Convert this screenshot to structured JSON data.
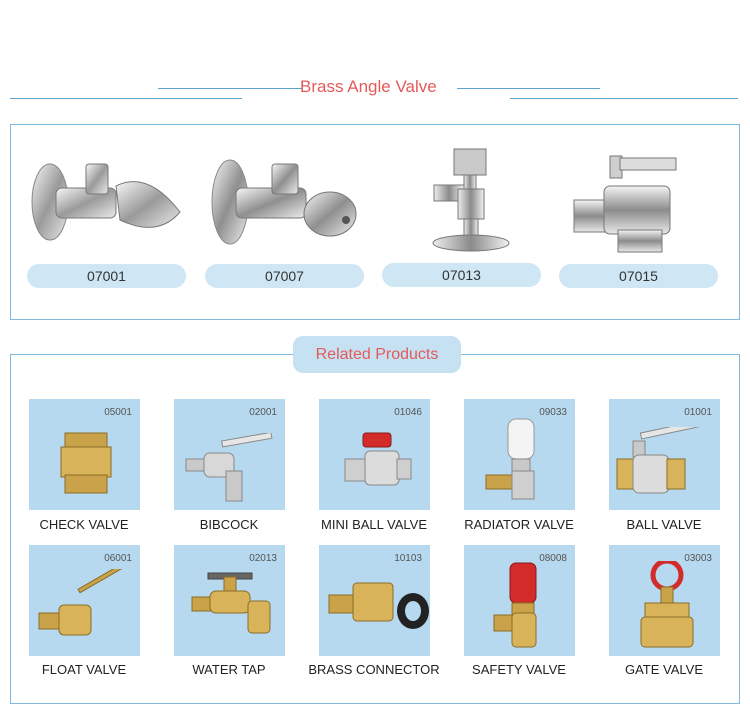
{
  "angle_valve": {
    "title": "Brass Angle Valve",
    "items": [
      {
        "code": "07001"
      },
      {
        "code": "07007"
      },
      {
        "code": "07013"
      },
      {
        "code": "07015"
      }
    ]
  },
  "related": {
    "title": "Related Products",
    "items": [
      {
        "code": "05001",
        "label": "CHECK VALVE"
      },
      {
        "code": "02001",
        "label": "BIBCOCK"
      },
      {
        "code": "01046",
        "label": "MINI BALL VALVE"
      },
      {
        "code": "09033",
        "label": "RADIATOR VALVE"
      },
      {
        "code": "01001",
        "label": "BALL VALVE"
      },
      {
        "code": "06001",
        "label": "FLOAT VALVE"
      },
      {
        "code": "02013",
        "label": "WATER TAP"
      },
      {
        "code": "10103",
        "label": "BRASS CONNECTOR"
      },
      {
        "code": "08008",
        "label": "SAFETY VALVE"
      },
      {
        "code": "03003",
        "label": "GATE VALVE"
      }
    ]
  },
  "colors": {
    "accent": "#e45a5a",
    "line": "#5aa3cf",
    "pill": "#cfe6f4",
    "tile": "#b7d9ef"
  }
}
